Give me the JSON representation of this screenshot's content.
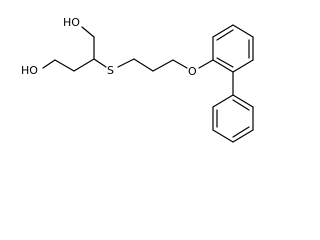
{
  "molecule": {
    "labels": {
      "hydroxyl_top": "HO",
      "hydroxyl_left": "HO",
      "sulfur": "S",
      "ether_oxygen": "O"
    }
  }
}
